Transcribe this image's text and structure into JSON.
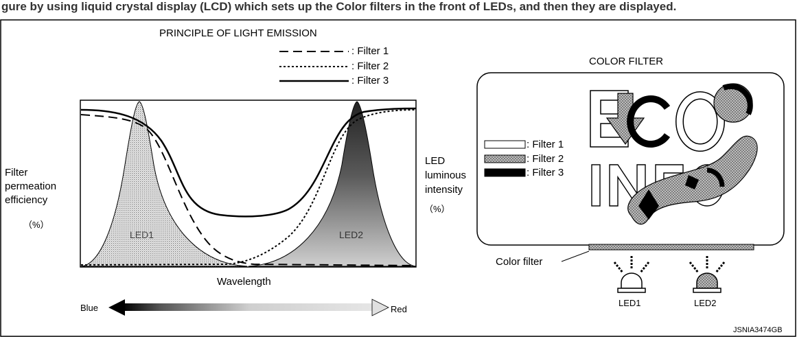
{
  "header_text": "gure by using liquid crystal display (LCD) which sets up the Color filters in the front of LEDs, and then they are displayed.",
  "left": {
    "title": "PRINCIPLE OF LIGHT EMISSION",
    "legend": [
      {
        "style": "dashed",
        "label": ": Filter 1"
      },
      {
        "style": "dotted",
        "label": ": Filter 2"
      },
      {
        "style": "solid",
        "label": ": Filter 3"
      }
    ],
    "left_axis_label": [
      "Filter",
      "permeation",
      "efficiency"
    ],
    "left_axis_unit": "（%）",
    "right_axis_label": [
      "LED",
      "luminous",
      "intensity"
    ],
    "right_axis_unit": "（%）",
    "peak_labels": [
      "LED1",
      "LED2"
    ],
    "x_axis_label": "Wavelength",
    "scale_left": "Blue",
    "scale_right": "Red"
  },
  "right": {
    "title": "COLOR FILTER",
    "legend": [
      {
        "fill": "white",
        "label": ": Filter 1"
      },
      {
        "fill": "gray-dotted",
        "label": ": Filter 2"
      },
      {
        "fill": "black",
        "label": ": Filter 3"
      }
    ],
    "word1": "ECO",
    "word2": "INFO",
    "color_filter_label": "Color filter",
    "led_labels": [
      "LED1",
      "LED2"
    ]
  },
  "figure_id": "JSNIA3474GB"
}
